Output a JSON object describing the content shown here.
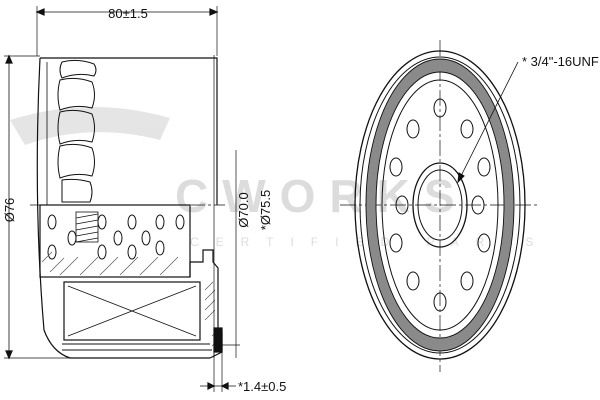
{
  "colors": {
    "line": "#111111",
    "hatch": "#555555",
    "watermark": "#d9d9d9",
    "background": "#ffffff"
  },
  "dimensions": {
    "top_width": "80±1.5",
    "height": "Ø76",
    "inner_diameter": "Ø70.0",
    "outer_diameter": "*Ø75.5",
    "thread": "* 3/4\"-16UNF",
    "gasket_thickness": "*1.4±0.5"
  },
  "watermark": {
    "brand": "CWORKS",
    "tagline": "CERTIFIED PARTS"
  }
}
